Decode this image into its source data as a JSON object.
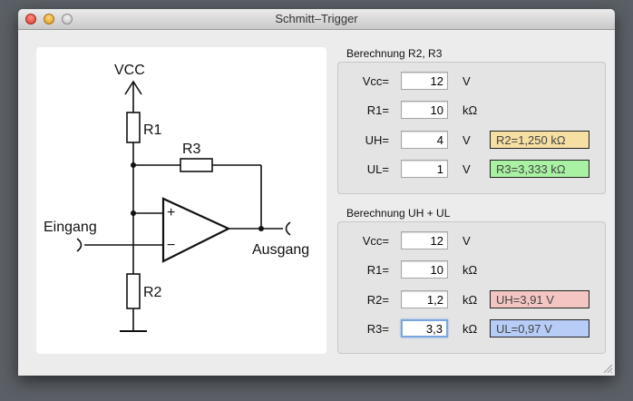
{
  "window": {
    "title": "Schmitt–Trigger"
  },
  "schematic": {
    "vcc": "VCC",
    "r1": "R1",
    "r2": "R2",
    "r3": "R3",
    "input": "Eingang",
    "output": "Ausgang",
    "plus": "+",
    "minus": "−"
  },
  "calc_r2_r3": {
    "title": "Berechnung R2, R3",
    "rows": [
      {
        "label": "Vcc=",
        "value": "12",
        "unit": "V"
      },
      {
        "label": "R1=",
        "value": "10",
        "unit": "kΩ"
      },
      {
        "label": "UH=",
        "value": "4",
        "unit": "V",
        "result": "R2=1,250 kΩ",
        "result_color": "#f6dfa2"
      },
      {
        "label": "UL=",
        "value": "1",
        "unit": "V",
        "result": "R3=3,333 kΩ",
        "result_color": "#a9f2a3"
      }
    ]
  },
  "calc_uh_ul": {
    "title": "Berechnung UH + UL",
    "rows": [
      {
        "label": "Vcc=",
        "value": "12",
        "unit": "V"
      },
      {
        "label": "R1=",
        "value": "10",
        "unit": "kΩ"
      },
      {
        "label": "R2=",
        "value": "1,2",
        "unit": "kΩ",
        "result": "UH=3,91 V",
        "result_color": "#f3c5c3"
      },
      {
        "label": "R3=",
        "value": "3,3",
        "unit": "kΩ",
        "result": "UL=0,97 V",
        "result_color": "#b7cdf7"
      }
    ]
  }
}
